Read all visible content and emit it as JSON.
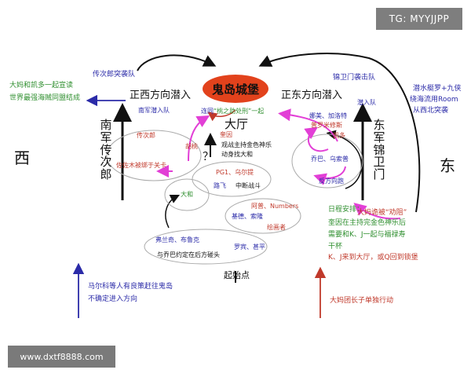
{
  "watermark_top": "TG: MYYJJPP",
  "watermark_bottom": "www.dxtf8888.com",
  "center": {
    "castle": "鬼岛城堡",
    "hall": "大厅",
    "start": "起始点",
    "question": "？"
  },
  "directions": {
    "west": "西",
    "east": "东"
  },
  "routes": {
    "west_entry": "正西方向潜入",
    "east_entry": "正东方向潜入",
    "south_army": "南军传次郎",
    "east_army": "东军锦卫门"
  },
  "notes": {
    "denjiro_raid": "传次郎突袭队",
    "bigmom_kaido": "大妈和凯多一起宣读",
    "alliance": "世界最强海贼同盟结成",
    "south_infiltrate": "南军潜入队",
    "kinemon_raid": "锦卫门袭击队",
    "east_infiltrate": "潜入队",
    "law_kid": "潜水艇罗+九侠",
    "room_flow": "绕海流用Room",
    "west_attack": "从西北突袭",
    "marco": "马尔科等人有良策赶往鬼岛",
    "uncertain": "不确定进入方向",
    "bigmom_son": "大妈团长子单独行动",
    "schedule": "日程安排：",
    "bigmom_lure": "大妈诡被“劝阻”",
    "kaido_plan": "奎因在主持完金色神乐后",
    "needs_k": "需要和K、J一起与福禄寿",
    "cup": "干杯",
    "k_return": "K、J来到大厅，或Q回到锁堡",
    "green_mid": "“桃之助处刑”一起"
  },
  "clusters": {
    "denjiro": "传次郎",
    "sasaki": "佐佐木被绑于关卡",
    "hutenpo": "胡桃",
    "jinbe_kanjuro": "奎因",
    "watch_kagura": "观战主持金色神乐",
    "move_hall": "动身找大和",
    "yamato": "大和",
    "pg_urashima": "PG1、乌尔提",
    "luffy": "路飞",
    "interrupt": "中断战斗",
    "shows": "阿普、Numbers",
    "kid_sabo": "基德、索隆",
    "joker": "绘画者",
    "franky_brook": "弗兰奇、布鲁克",
    "robin_jinbe": "罗宾、甚平",
    "with_chopper": "与乔巴约定在后方碰头",
    "usopp_nami": "乔巴、乌索普",
    "nami": "娜美、加洛特",
    "kaido": "凯多",
    "poison": "普罗米修斯",
    "reverse": "反方向跑",
    "connect": "连同"
  },
  "colors": {
    "blue_text": "#2b2ba8",
    "green_text": "#2f8f2f",
    "red_text": "#c0392b",
    "magenta_arrow": "#e23fd6",
    "castle": "#e2421c"
  }
}
